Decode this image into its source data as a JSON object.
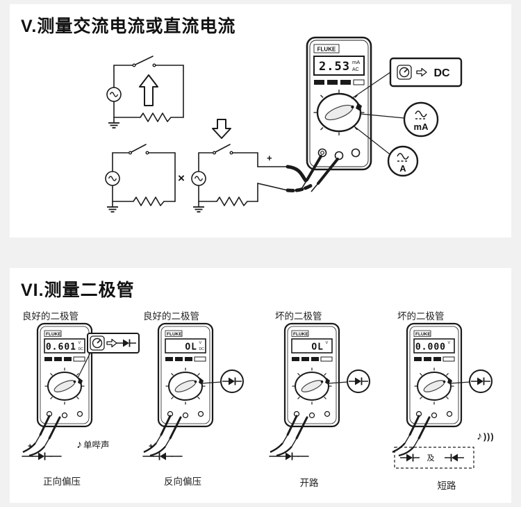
{
  "page": {
    "bg": "#f1f1f1",
    "panel_bg": "#ffffff",
    "ink": "#1a1a1a"
  },
  "brand": "FLUKE",
  "symbols": {
    "plus": "+",
    "break_mark": "×",
    "beep_note": "♪",
    "sound_waves": ")))"
  },
  "section_v": {
    "title": "V.测量交流电流或直流电流",
    "meter_display": {
      "value": "2.53",
      "unit": "mA",
      "unit2": "AC"
    },
    "callouts": {
      "dc": "DC",
      "ma": "mA",
      "a": "A"
    }
  },
  "section_vi": {
    "title": "VI.测量二极管",
    "meters": [
      {
        "caption": "良好的二极管",
        "display": "0.601",
        "unit": "V",
        "unit2": "DC",
        "beep_label": "单哔声",
        "result": "正向偏压"
      },
      {
        "caption": "良好的二极管",
        "display": "OL",
        "unit": "V",
        "unit2": "DC",
        "result": "反向偏压"
      },
      {
        "caption": "坏的二极管",
        "display": "OL",
        "unit": "V",
        "unit2": "",
        "result": "开路"
      },
      {
        "caption": "坏的二极管",
        "display": "0.000",
        "unit": "V",
        "unit2": "",
        "result_and": "及",
        "result": "短路"
      }
    ]
  }
}
